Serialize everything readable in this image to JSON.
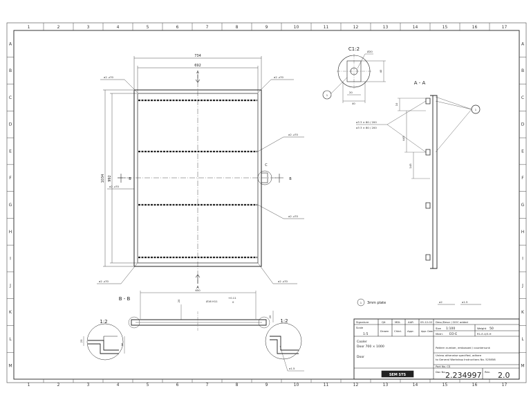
{
  "grid": {
    "columns": [
      "1",
      "2",
      "3",
      "4",
      "5",
      "6",
      "7",
      "8",
      "9",
      "10",
      "11",
      "12",
      "13",
      "14",
      "15",
      "16",
      "17"
    ],
    "rows": [
      "A",
      "B",
      "C",
      "D",
      "E",
      "F",
      "G",
      "H",
      "I",
      "J",
      "K",
      "L",
      "M"
    ]
  },
  "front_view": {
    "dim_outer_width": "734",
    "dim_inner_width": "692",
    "dim_outer_height": "1034",
    "dim_inner_height": "992",
    "section_mark": "A",
    "section_mark_bottom": "A",
    "section_b": "B",
    "section_b_right": "B",
    "detail_c": "C",
    "weld_note": "a2",
    "weld_len": "70"
  },
  "detail_c": {
    "title": "C1:2",
    "diameter": "Ø20",
    "dim_40_right": "40",
    "dim_20": "20",
    "dim_40": "40",
    "balloon": "1"
  },
  "section_aa": {
    "title": "A - A",
    "dim_10": "10",
    "dim_445": "445",
    "dim_145": "145",
    "weld_line_1": "a3  3 × 80 / 200",
    "weld_line_2": "a3  3 × 80 / 200",
    "balloon": "1"
  },
  "section_bb": {
    "title": "B - B",
    "dim_650": "650",
    "dim_20": "20",
    "hole_note": "Ø16 H11",
    "tol_upper": "+0.11",
    "tol_lower": "0",
    "dim_20_right": "20",
    "scale_left": "1:2",
    "scale_right": "1:2",
    "dim_23": "23",
    "dim_30": "30",
    "weld": "a1.5"
  },
  "notes": {
    "balloon": "1",
    "plate": "3mm plate",
    "weld_sym_1": "a2",
    "weld_sym_2": "a1.5"
  },
  "title_block": {
    "h_signature": "Signature",
    "h_qit": "Qit",
    "h_mdl": "MDL",
    "h_aar": "AAR",
    "h_date": "05-12-02",
    "h_desc": "Desc/Descr / DOC added",
    "scale_label": "Scale",
    "scale_value": "1:5",
    "drawn": "Drawn",
    "chkd": "Chkd.",
    "appr": "Appr.",
    "appr_date": "Appr. Date",
    "size_label": "Size",
    "size_value": "1:100",
    "weight_label": "Weight",
    "weight_value": "50",
    "mat_label": "Matrl.",
    "mat_value": "EO-E",
    "mat_code": "R1-E-4/3-H",
    "title_1": "Cooler",
    "title_2": "Door 700 × 1000",
    "title_3": "Door",
    "note_1": "Pattern number, embossed / countersunk",
    "note_2": "Unless otherwise specified, adhere",
    "note_3": "to General Workshop Instructions No. 525858",
    "part_no_label": "Part No. CS",
    "doc_no_label": "Doc No.",
    "doc_no": "2.234997",
    "rev_label": "Rev.",
    "rev": "2.0",
    "logo": "SEM STS"
  }
}
